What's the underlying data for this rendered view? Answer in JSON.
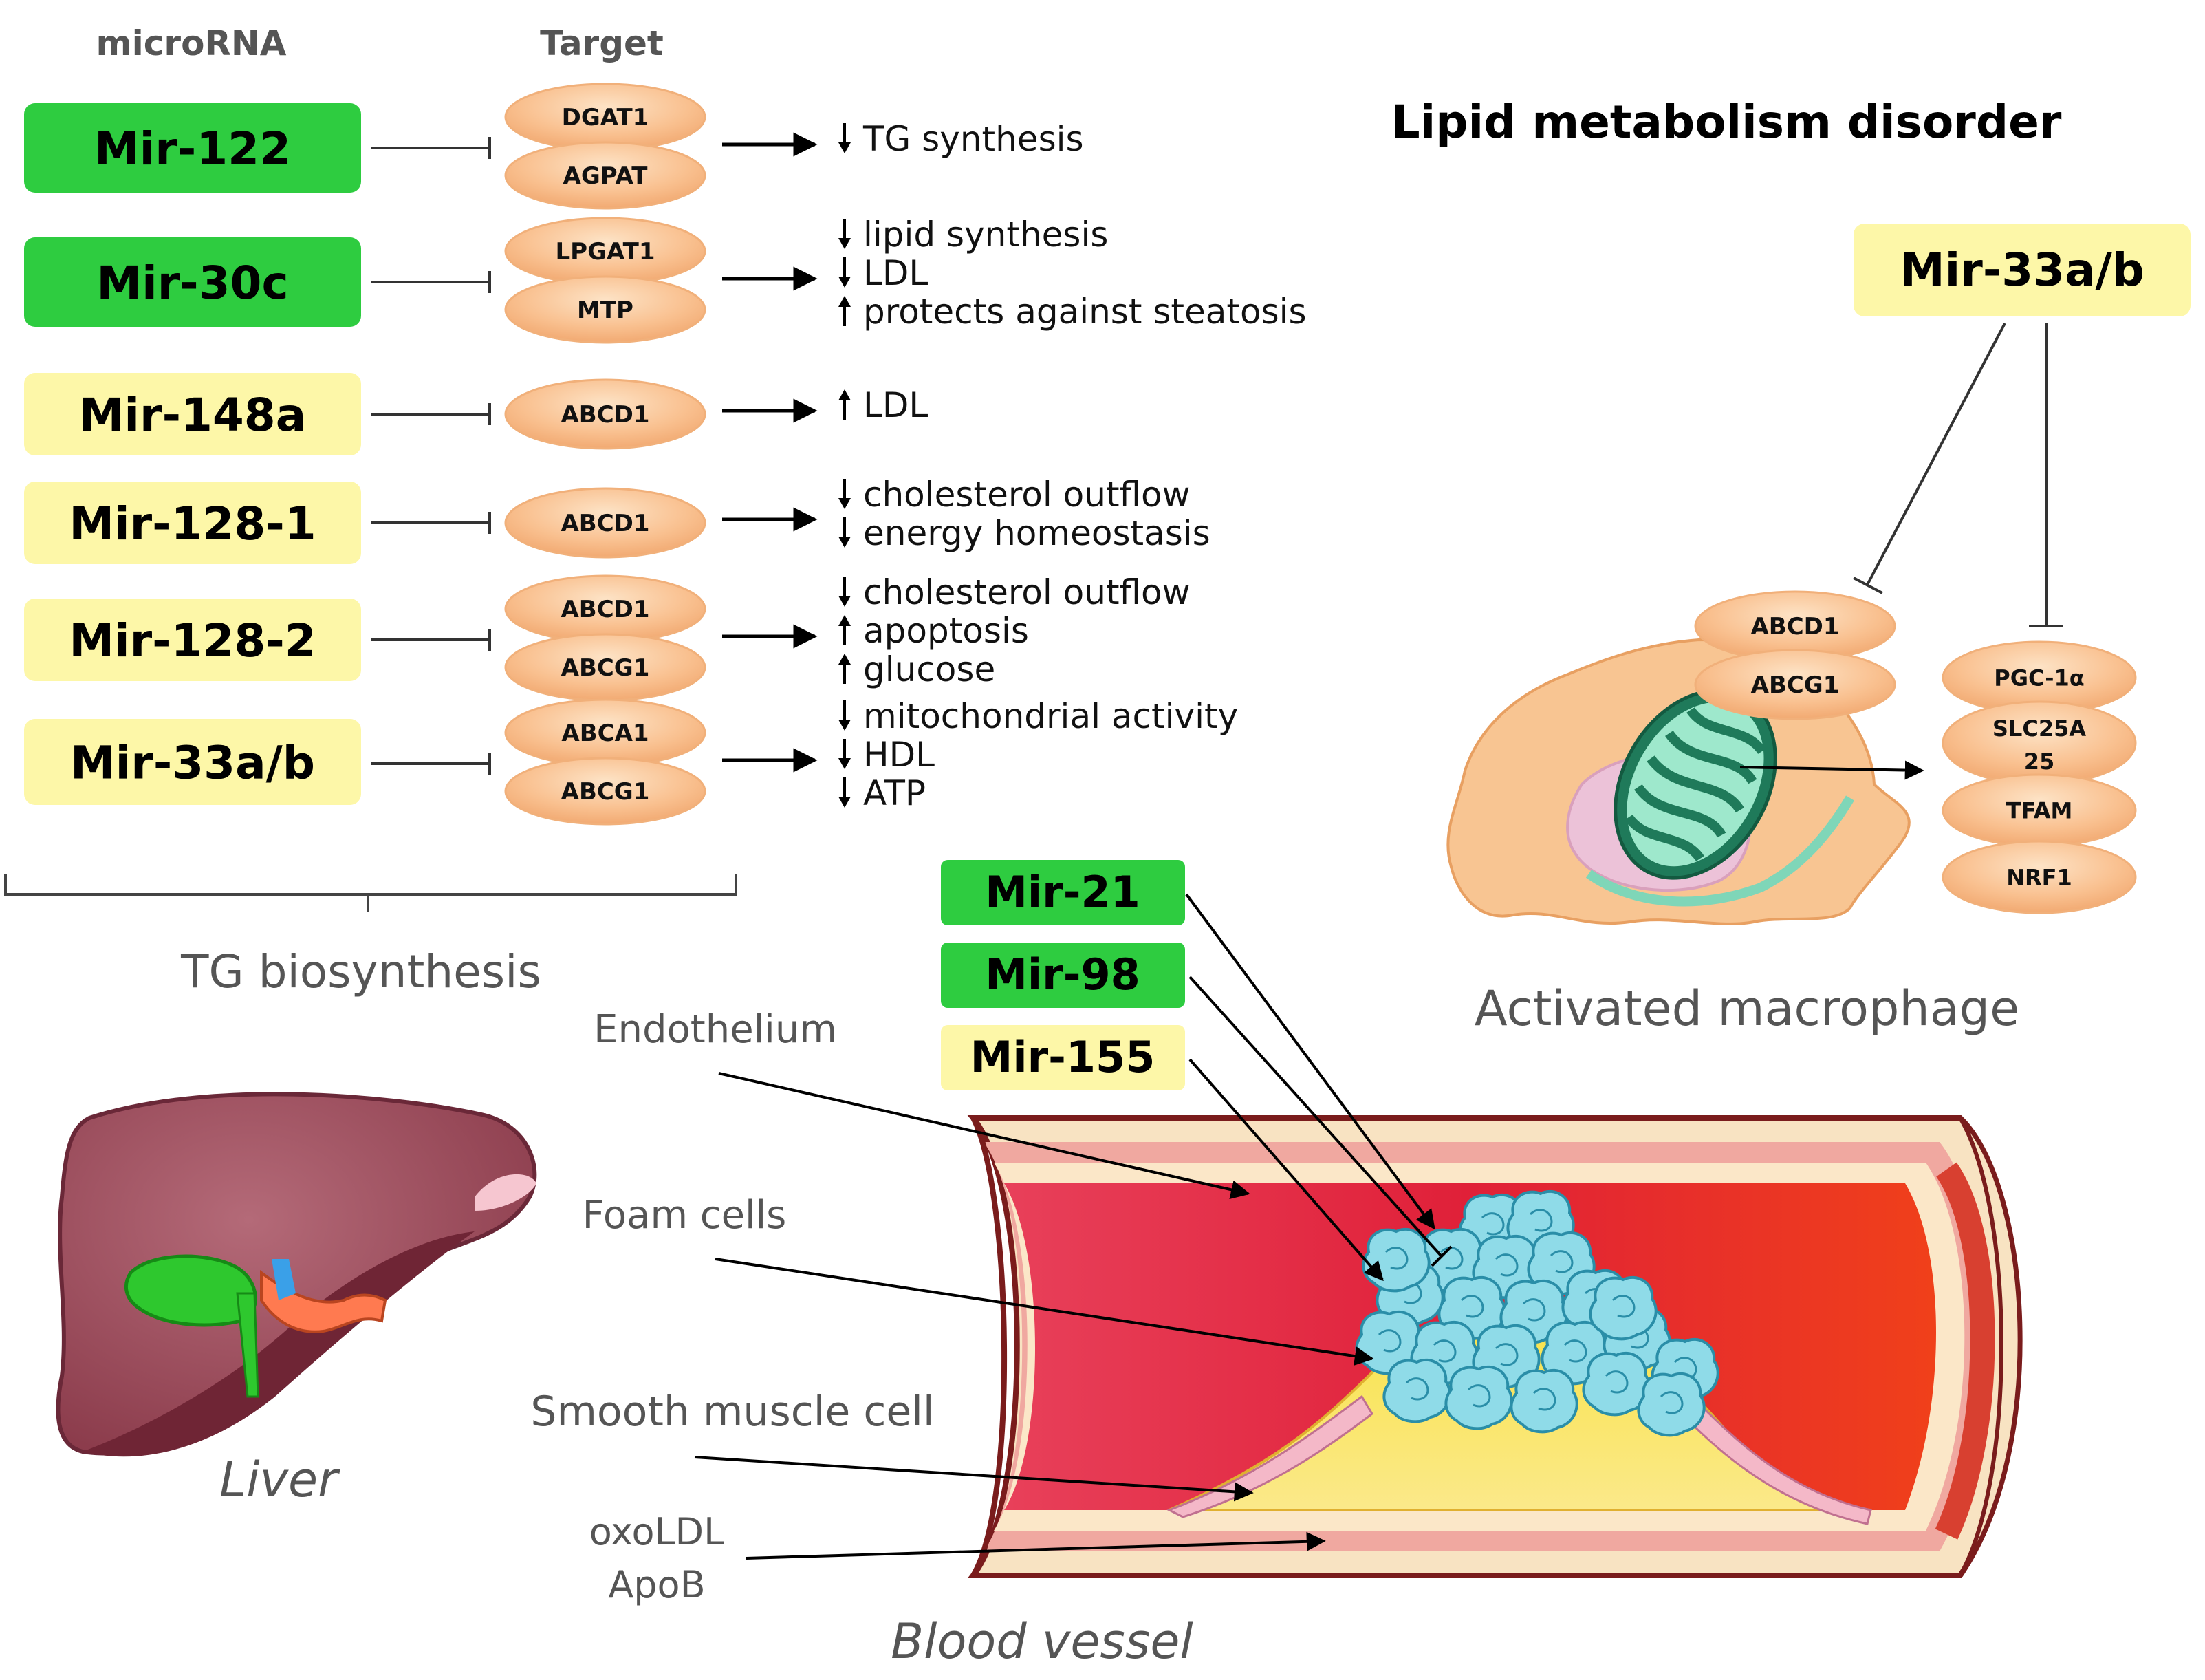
{
  "headers": {
    "microrna": "microRNA",
    "target": "Target"
  },
  "title": "Lipid metabolism disorder",
  "rows": [
    {
      "mir": "Mir-122",
      "kind": "green",
      "targets": [
        "DGAT1",
        "AGPAT"
      ],
      "effects": [
        {
          "dir": "down",
          "text": "TG synthesis"
        }
      ]
    },
    {
      "mir": "Mir-30c",
      "kind": "green",
      "targets": [
        "LPGAT1",
        "MTP"
      ],
      "effects": [
        {
          "dir": "down",
          "text": "lipid synthesis"
        },
        {
          "dir": "down",
          "text": "LDL"
        },
        {
          "dir": "up",
          "text": "protects against steatosis"
        }
      ]
    },
    {
      "mir": "Mir-148a",
      "kind": "yellow",
      "targets": [
        "ABCD1"
      ],
      "effects": [
        {
          "dir": "up",
          "text": "LDL"
        }
      ]
    },
    {
      "mir": "Mir-128-1",
      "kind": "yellow",
      "targets": [
        "ABCD1"
      ],
      "effects": [
        {
          "dir": "down",
          "text": "cholesterol outflow"
        },
        {
          "dir": "down",
          "text": "energy homeostasis"
        }
      ]
    },
    {
      "mir": "Mir-128-2",
      "kind": "yellow",
      "targets": [
        "ABCD1",
        "ABCG1"
      ],
      "effects": [
        {
          "dir": "down",
          "text": "cholesterol outflow"
        },
        {
          "dir": "up",
          "text": "apoptosis"
        },
        {
          "dir": "up",
          "text": "glucose"
        }
      ]
    },
    {
      "mir": "Mir-33a/b",
      "kind": "yellow",
      "targets": [
        "ABCA1",
        "ABCG1"
      ],
      "effects": [
        {
          "dir": "down",
          "text": "mitochondrial activity"
        },
        {
          "dir": "down",
          "text": "HDL"
        },
        {
          "dir": "down",
          "text": "ATP"
        }
      ]
    }
  ],
  "tg_label": "TG biosynthesis",
  "macrophage": {
    "mir": "Mir-33a/b",
    "left_targets": [
      "ABCD1",
      "ABCG1"
    ],
    "right_targets": [
      "PGC-1α",
      "SLC25A",
      "25",
      "TFAM",
      "NRF1"
    ],
    "label": "Activated macrophage"
  },
  "vessel_mirs": [
    {
      "name": "Mir-21",
      "kind": "green"
    },
    {
      "name": "Mir-98",
      "kind": "green"
    },
    {
      "name": "Mir-155",
      "kind": "yellow"
    }
  ],
  "vessel_labels": {
    "endothelium": "Endothelium",
    "foam": "Foam cells",
    "smooth": "Smooth muscle cell",
    "oxo": "oxoLDL",
    "apob": "ApoB"
  },
  "liver_label": "Liver",
  "vessel_label": "Blood vessel",
  "colors": {
    "green": "#2ecc40",
    "yellow": "#fdf7a8",
    "target_fill": "#f9c08f",
    "text": "#222222",
    "gray": "#555555"
  }
}
